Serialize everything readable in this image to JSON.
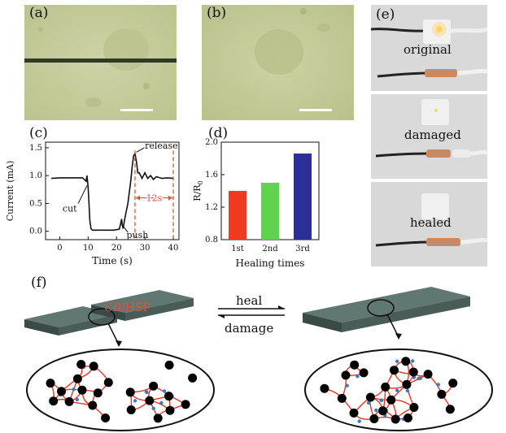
{
  "panels": {
    "a": {
      "label": "(a)"
    },
    "b": {
      "label": "(b)"
    },
    "e": {
      "label": "(e)",
      "states": [
        "original",
        "damaged",
        "healed"
      ]
    },
    "f": {
      "label": "(f)"
    }
  },
  "colors": {
    "micrograph": "#c9cf9f",
    "bar_1st": "#f03a22",
    "bar_2nd": "#5fd34f",
    "bar_3rd": "#2b2f98",
    "annotation": "#e0503a",
    "chain": "#ee3322",
    "crosslink": "#3a7cc4",
    "sheet": "#4f6460"
  },
  "chart_c": {
    "label": "(c)",
    "chart_data": {
      "type": "line",
      "xlabel": "Time (s)",
      "ylabel": "Current (mA)",
      "xlim": [
        -5,
        42
      ],
      "ylim": [
        -0.15,
        1.6
      ],
      "xticks": [
        0,
        10,
        20,
        30,
        40
      ],
      "yticks": [
        0.0,
        0.5,
        1.0,
        1.5
      ],
      "x": [
        -3,
        0,
        4,
        8,
        9.3,
        9.6,
        10,
        10.3,
        10.6,
        11,
        11.5,
        15,
        19,
        21,
        21.5,
        21.8,
        22,
        22.3,
        23,
        24,
        25,
        25.5,
        26,
        26.5,
        27,
        27.5,
        28,
        29,
        30,
        31,
        32,
        33,
        34,
        36,
        38,
        40
      ],
      "y": [
        0.95,
        0.96,
        0.96,
        0.96,
        0.9,
        1.0,
        0.8,
        0.5,
        0.2,
        0.05,
        0.02,
        0.02,
        0.02,
        0.04,
        0.15,
        0.22,
        0.12,
        0.05,
        0.25,
        0.5,
        0.9,
        1.15,
        1.35,
        1.4,
        1.25,
        1.05,
        1.05,
        0.95,
        1.05,
        0.95,
        1.0,
        0.93,
        0.98,
        0.95,
        0.96,
        0.95
      ],
      "annotations": {
        "cut": "cut",
        "push": "push",
        "release": "release",
        "interval": "12s"
      }
    }
  },
  "chart_d": {
    "label": "(d)",
    "chart_data": {
      "type": "bar",
      "categories": [
        "1st",
        "2nd",
        "3rd"
      ],
      "values": [
        1.4,
        1.5,
        1.86
      ],
      "xlabel": "Healing times",
      "ylabel": "R/R",
      "ylabel_sub": "0",
      "ylim": [
        0.8,
        2.0
      ],
      "yticks": [
        0.8,
        1.2,
        1.6,
        2.0
      ],
      "ytick_labels": [
        "0.8",
        "1.2",
        "1.6",
        "2.0"
      ]
    }
  },
  "schematic": {
    "material_label": "CB/HSP",
    "heal_label": "heal",
    "damage_label": "damage"
  }
}
